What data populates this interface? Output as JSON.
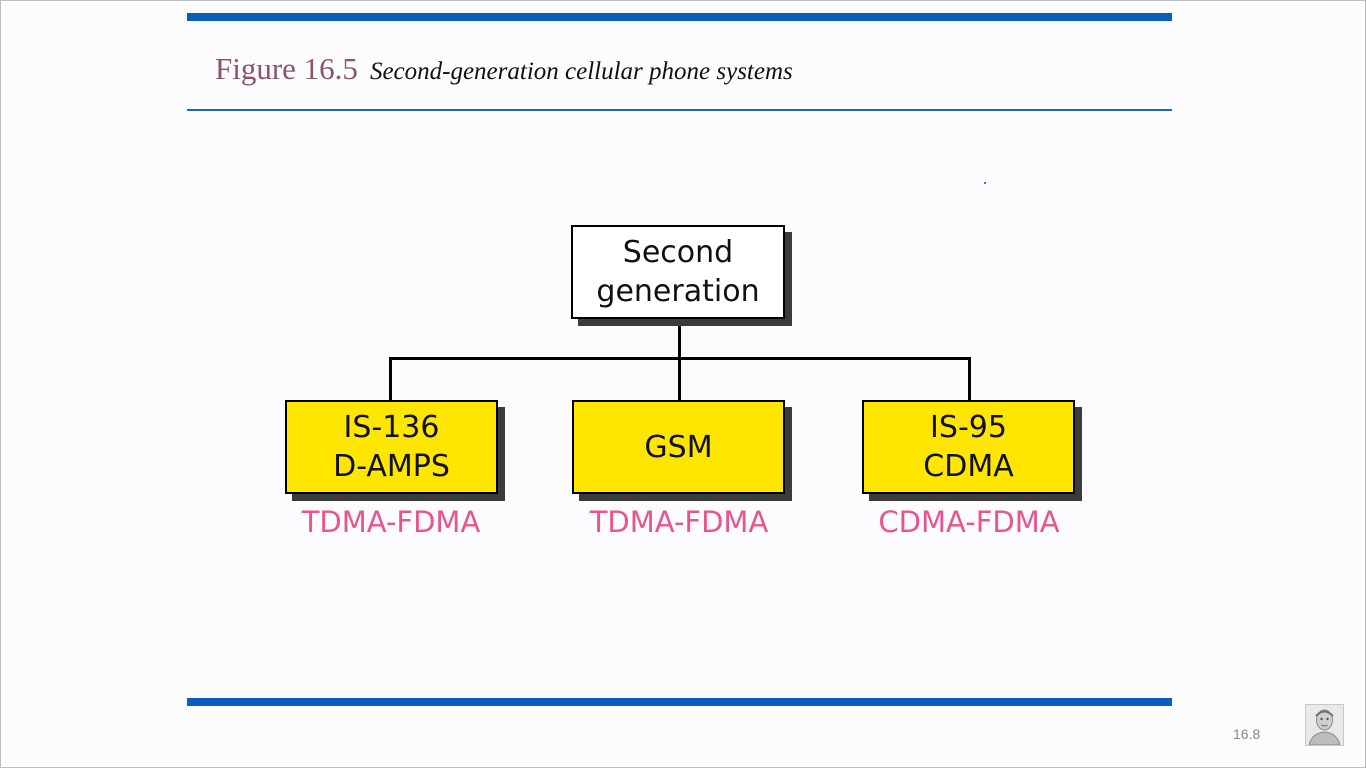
{
  "figure": {
    "number": "Figure 16.5",
    "caption": "Second-generation cellular phone systems"
  },
  "diagram": {
    "root": {
      "line1": "Second",
      "line2": "generation"
    },
    "children": [
      {
        "line1": "IS-136",
        "line2": "D-AMPS",
        "method": "TDMA-FDMA"
      },
      {
        "line1": "GSM",
        "line2": "",
        "method": "TDMA-FDMA"
      },
      {
        "line1": "IS-95",
        "line2": "CDMA",
        "method": "CDMA-FDMA"
      }
    ]
  },
  "footer": {
    "page_number": "16.8"
  },
  "colors": {
    "rule_blue": "#0a5dbf",
    "figure_number": "#8a5566",
    "child_fill": "#ffe600",
    "method_text": "#e8548f"
  }
}
